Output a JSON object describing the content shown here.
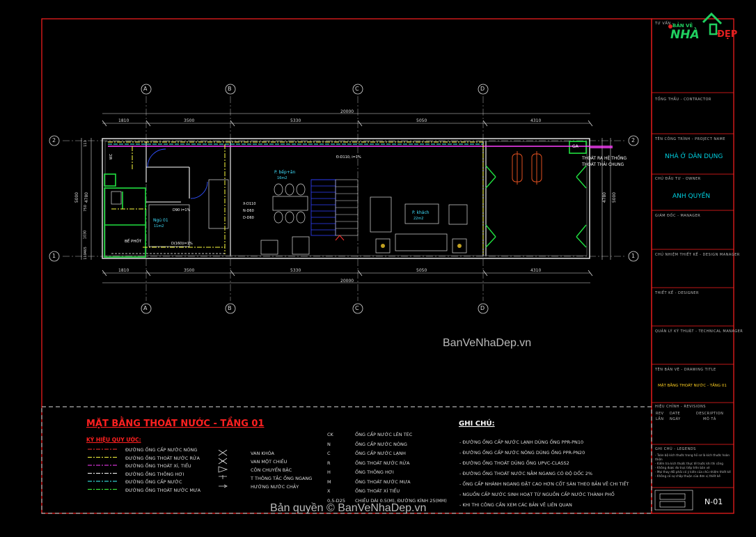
{
  "titleblock": {
    "owner_label": "TƯ VẤN -",
    "logo_top": "BẢN VẼ",
    "logo_nha": "NHÀ",
    "logo_dep": "ĐẸP",
    "contractor_label": "TỔNG THẦU - CONTRACTOR",
    "project_label": "TÊN CÔNG TRÌNH - PROJECT NAME",
    "project_value": "NHÀ Ở DÂN DỤNG",
    "owner_label2": "CHỦ ĐẦU TƯ - OWNER",
    "owner_value": "ANH QUYỀN",
    "manager_label": "GIÁM ĐỐC - MANAGER",
    "design_manager_label": "CHỦ NHIỆM THIẾT KẾ - DESIGN MANAGER",
    "designer_label": "THIẾT KẾ - DESIGNER",
    "tech_label": "QUẢN LÝ KỸ THUẬT - TECHNICAL MANAGER",
    "drawing_title_label": "TÊN BẢN VẼ - DRAWING TITLE",
    "drawing_title_value": "MẶT BẰNG THOÁT NƯỚC - TẦNG 01",
    "revision_label": "HIỆU CHỈNH - REVISIONS",
    "rev_cols": [
      "REV",
      "DATE",
      "DESCRIPTION"
    ],
    "rev_cols2": [
      "LẦN",
      "NGÀY",
      "MÔ TẢ"
    ],
    "legend_label": "GHI CHÚ - LEGENDS",
    "legend_notes": [
      "- Toàn bộ kích thước trong hồ sơ là kích thước hoàn thiện",
      "- Kiểm tra kích thước thực tế trước khi thi công",
      "- Không được đo trực tiếp trên bản vẽ",
      "- Mọi thay đổi phải có ý kiến của chủ nhiệm thiết kế",
      "- Không có sự chấp thuận của đơn vị thiết kế"
    ],
    "sheet_number": "N-01"
  },
  "plan": {
    "axes_letters": [
      "A",
      "B",
      "C",
      "D"
    ],
    "axes_numbers": [
      "2",
      "1"
    ],
    "dims_top": [
      "1810",
      "3500",
      "5330",
      "5050",
      "4310"
    ],
    "dim_total": "20000",
    "dims_side": [
      "5000",
      "4780"
    ],
    "side_small": [
      "111",
      "750",
      "1030",
      "465",
      "110"
    ],
    "rooms": {
      "bep": "P. bếp+ăn",
      "bep_area": "16m2",
      "khach": "P. khách",
      "khach_area": "22m2",
      "ngu": "Ngủ 01",
      "ngu_area": "11m2",
      "be_phot": "BỂ PHỐT",
      "wc": "WC"
    },
    "pipe_labels": [
      "Đ-D110, i=1%",
      "D90 i=1%",
      "X-D110",
      "N-D60",
      "D-D60",
      "D(160)i=1%"
    ],
    "outlet_label_1": "THOÁT RA HỆ THỐNG",
    "outlet_label_2": "THOÁT THẢI CHUNG",
    "ga": "GA"
  },
  "watermark": "BanVeNhaDep.vn",
  "copyright": "Bản quyền © BanVeNhaDep.vn",
  "legend": {
    "title": "MẶT BẰNG THOÁT NƯỚC - TẦNG 01",
    "subtitle": "KÝ HIỆU QUY ƯỚC:",
    "lines": [
      {
        "label": "ĐƯỜNG ỐNG CẤP NƯỚC NÓNG",
        "color": "#ff3030"
      },
      {
        "label": "ĐƯỜNG ỐNG THOÁT NƯỚC RỬA",
        "color": "#ffff40"
      },
      {
        "label": "ĐƯỜNG ỐNG THOÁT XÍ, TIỂU",
        "color": "#ff40ff"
      },
      {
        "label": "ĐƯỜNG ỐNG THÔNG HƠI",
        "color": "#ffffff"
      },
      {
        "label": "ĐƯỜNG ỐNG CẤP NƯỚC",
        "color": "#40ffff"
      },
      {
        "label": "ĐƯỜNG ỐNG THOÁT NƯỚC MƯA",
        "color": "#40ff40"
      }
    ],
    "symbols": [
      "VAN KHÓA",
      "VAN MỘT CHIỀU",
      "CÔN CHUYỂN BẬC",
      "T THÔNG TẮC ỐNG NGANG",
      "HƯỚNG NƯỚC CHẢY"
    ],
    "codes": [
      {
        "code": "CK",
        "desc": "ỐNG CẤP NƯỚC LÊN TÉC"
      },
      {
        "code": "N",
        "desc": "ỐNG CẤP NƯỚC NÓNG"
      },
      {
        "code": "C",
        "desc": "ỐNG CẤP NƯỚC LẠNH"
      },
      {
        "code": "R",
        "desc": "ỐNG THOÁT NƯỚC RỬA"
      },
      {
        "code": "H",
        "desc": "ỐNG THÔNG HƠI"
      },
      {
        "code": "M",
        "desc": "ỐNG THOÁT NƯỚC MƯA"
      },
      {
        "code": "X",
        "desc": "ỐNG THOÁT XÍ TIỂU"
      },
      {
        "code": "0,5-D25",
        "desc": "CHIỀU DÀI 0.5(M), ĐƯỜNG KÍNH 25(MM)"
      }
    ],
    "notes_title": "GHI CHÚ:",
    "notes": [
      "- ĐƯỜNG ỐNG CẤP NƯỚC LẠNH DÙNG ỐNG PPR-PN10",
      "- ĐƯỜNG ỐNG CẤP NƯỚC NÓNG DÙNG ỐNG PPR-PN20",
      "- ĐƯỜNG ỐNG THOÁT DÙNG ỐNG UPVC-CLASS2",
      "- ĐƯỜNG ỐNG THOÁT NƯỚC NẰM NGANG CÓ ĐỘ DỐC 2%",
      "- ỐNG CẤP NHÁNH NGANG ĐẶT CAO HƠN CỐT SÀN THEO BẢN VẼ CHI TIẾT",
      "- NGUỒN CẤP NƯỚC SINH HOẠT TỪ NGUỒN CẤP NƯỚC THÀNH PHỐ",
      "- KHI THI CÔNG CẦN XEM CÁC BẢN VẼ LIÊN QUAN"
    ]
  }
}
